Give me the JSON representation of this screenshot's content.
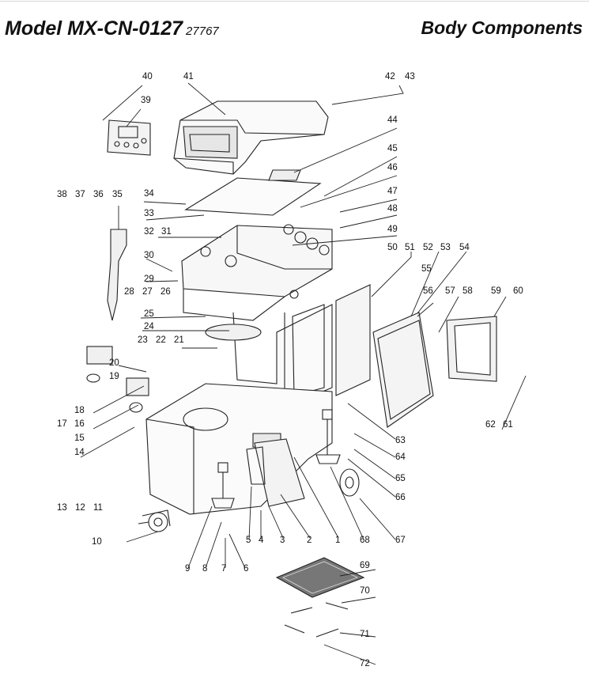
{
  "header": {
    "model_title": "Model MX-CN-0127",
    "model_code": "27767",
    "section_title": "Body Components"
  },
  "callouts": [
    {
      "id": "c40",
      "text": "40"
    },
    {
      "id": "c39",
      "text": "39"
    },
    {
      "id": "c41",
      "text": "41"
    },
    {
      "id": "c42",
      "text": "42"
    },
    {
      "id": "c43",
      "text": "43"
    },
    {
      "id": "c44",
      "text": "44"
    },
    {
      "id": "c45",
      "text": "45"
    },
    {
      "id": "c46",
      "text": "46"
    },
    {
      "id": "c47",
      "text": "47"
    },
    {
      "id": "c48",
      "text": "48"
    },
    {
      "id": "c49",
      "text": "49"
    },
    {
      "id": "c38",
      "text": "38"
    },
    {
      "id": "c37",
      "text": "37"
    },
    {
      "id": "c36",
      "text": "36"
    },
    {
      "id": "c35",
      "text": "35"
    },
    {
      "id": "c34",
      "text": "34"
    },
    {
      "id": "c33",
      "text": "33"
    },
    {
      "id": "c32",
      "text": "32"
    },
    {
      "id": "c31",
      "text": "31"
    },
    {
      "id": "c30",
      "text": "30"
    },
    {
      "id": "c29",
      "text": "29"
    },
    {
      "id": "c28",
      "text": "28"
    },
    {
      "id": "c27",
      "text": "27"
    },
    {
      "id": "c26",
      "text": "26"
    },
    {
      "id": "c25",
      "text": "25"
    },
    {
      "id": "c24",
      "text": "24"
    },
    {
      "id": "c23",
      "text": "23"
    },
    {
      "id": "c22",
      "text": "22"
    },
    {
      "id": "c21",
      "text": "21"
    },
    {
      "id": "c20",
      "text": "20"
    },
    {
      "id": "c19",
      "text": "19"
    },
    {
      "id": "c18",
      "text": "18"
    },
    {
      "id": "c17",
      "text": "17"
    },
    {
      "id": "c16",
      "text": "16"
    },
    {
      "id": "c15",
      "text": "15"
    },
    {
      "id": "c14",
      "text": "14"
    },
    {
      "id": "c50",
      "text": "50"
    },
    {
      "id": "c51",
      "text": "51"
    },
    {
      "id": "c52",
      "text": "52"
    },
    {
      "id": "c53",
      "text": "53"
    },
    {
      "id": "c54",
      "text": "54"
    },
    {
      "id": "c55",
      "text": "55"
    },
    {
      "id": "c56",
      "text": "56"
    },
    {
      "id": "c57",
      "text": "57"
    },
    {
      "id": "c58",
      "text": "58"
    },
    {
      "id": "c59",
      "text": "59"
    },
    {
      "id": "c60",
      "text": "60"
    },
    {
      "id": "c62",
      "text": "62"
    },
    {
      "id": "c61",
      "text": "61"
    },
    {
      "id": "c63",
      "text": "63"
    },
    {
      "id": "c64",
      "text": "64"
    },
    {
      "id": "c65",
      "text": "65"
    },
    {
      "id": "c66",
      "text": "66"
    },
    {
      "id": "c67",
      "text": "67"
    },
    {
      "id": "c68",
      "text": "68"
    },
    {
      "id": "c13",
      "text": "13"
    },
    {
      "id": "c12",
      "text": "12"
    },
    {
      "id": "c11",
      "text": "11"
    },
    {
      "id": "c10",
      "text": "10"
    },
    {
      "id": "c9",
      "text": "9"
    },
    {
      "id": "c8",
      "text": "8"
    },
    {
      "id": "c7",
      "text": "7"
    },
    {
      "id": "c6",
      "text": "6"
    },
    {
      "id": "c5",
      "text": "5"
    },
    {
      "id": "c4",
      "text": "4"
    },
    {
      "id": "c3",
      "text": "3"
    },
    {
      "id": "c2",
      "text": "2"
    },
    {
      "id": "c1",
      "text": "1"
    },
    {
      "id": "c69",
      "text": "69"
    },
    {
      "id": "c70",
      "text": "70"
    },
    {
      "id": "c71",
      "text": "71"
    },
    {
      "id": "c72",
      "text": "72"
    }
  ]
}
